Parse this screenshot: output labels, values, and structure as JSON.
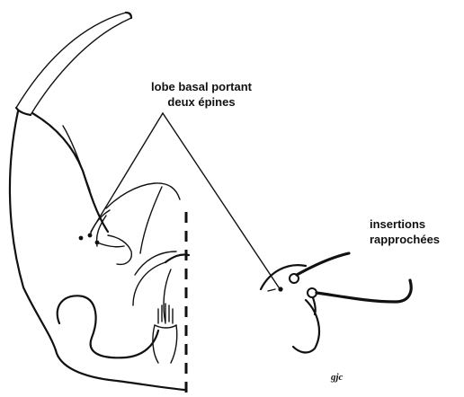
{
  "labels": {
    "basal_lobe_line1": "lobe basal portant",
    "basal_lobe_line2": "deux épines",
    "insertions_line1": "insertions",
    "insertions_line2": "rapprochées"
  },
  "signature": "gjc",
  "colors": {
    "ink": "#111111",
    "background": "#ffffff"
  }
}
